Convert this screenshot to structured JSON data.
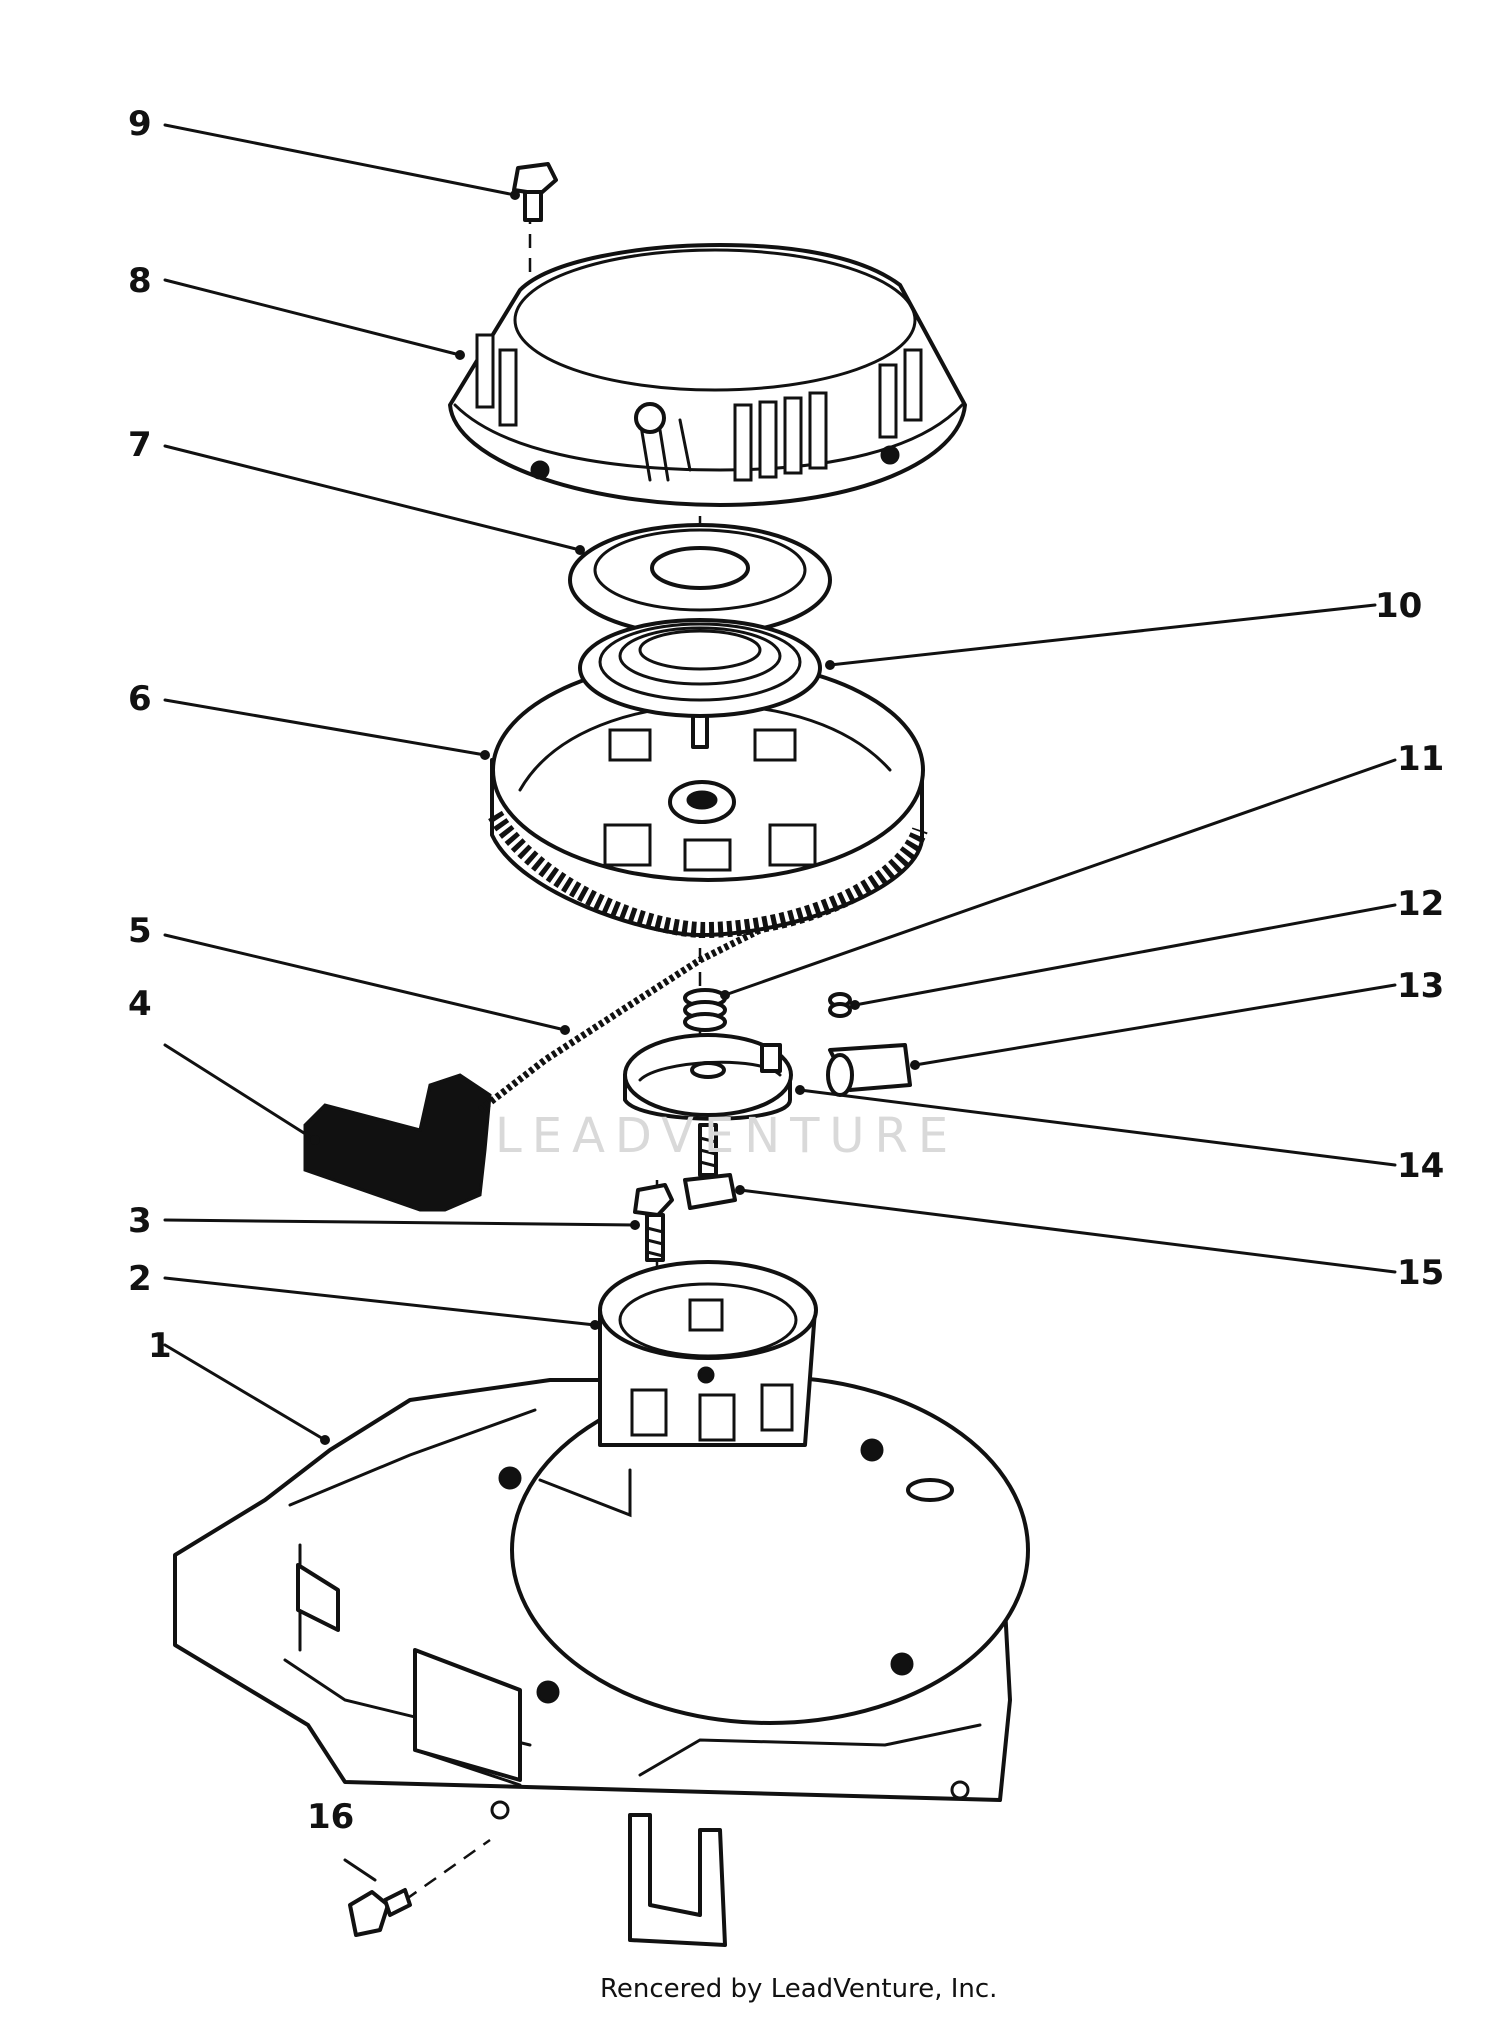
{
  "callouts": [
    "1",
    "2",
    "3",
    "4",
    "5",
    "6",
    "7",
    "8",
    "9",
    "10",
    "11",
    "12",
    "13",
    "14",
    "15",
    "16"
  ],
  "watermark": "LEADVENTURE",
  "caption": "Rencered by LeadVenture, Inc.",
  "colors": {
    "line": "#111111",
    "background": "#ffffff",
    "watermark": "#d9d9d9"
  }
}
